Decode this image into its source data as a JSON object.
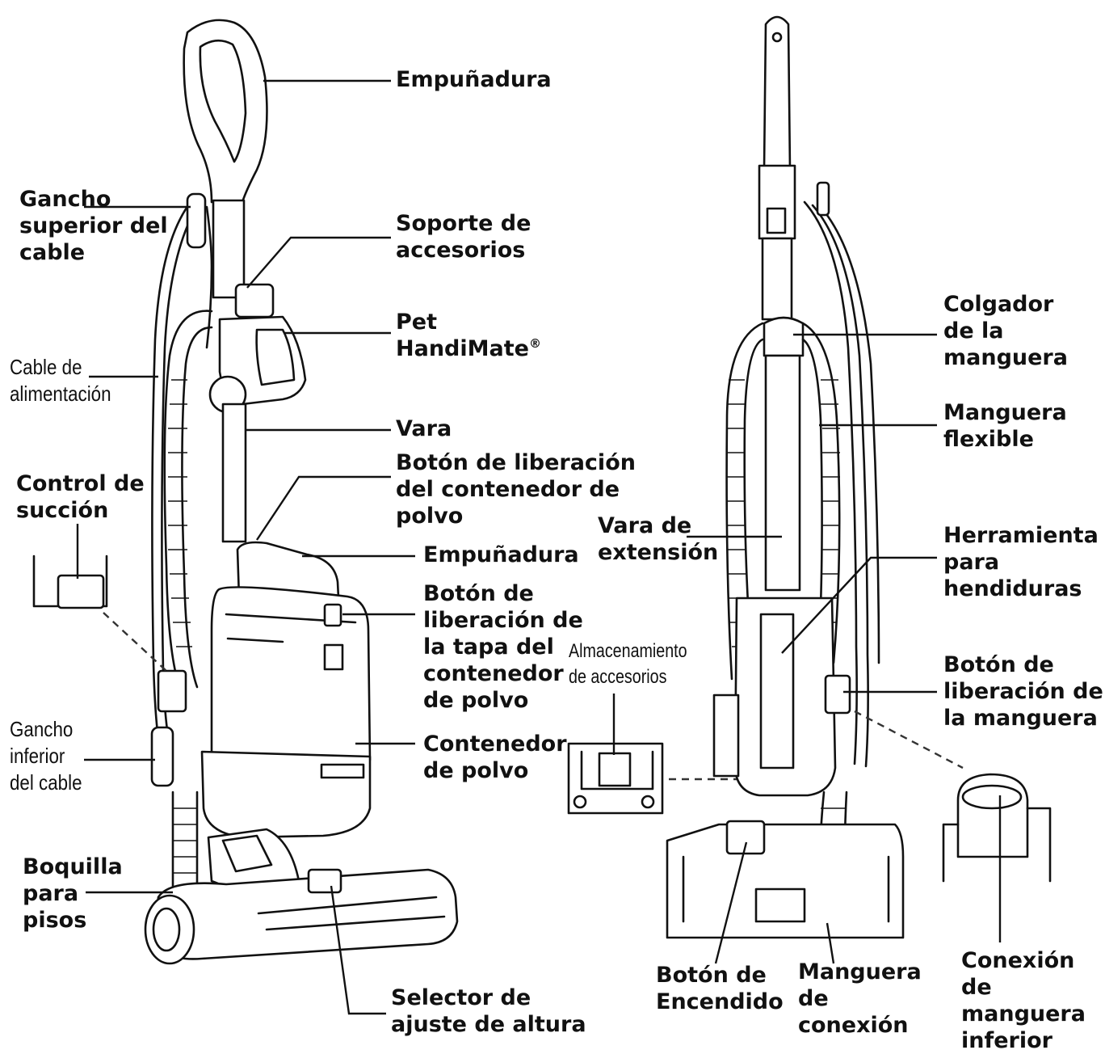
{
  "labels": {
    "handle_top": "Empuñadura",
    "upper_hook": [
      "Gancho",
      "superior del",
      "cable"
    ],
    "accessory_holder": [
      "Soporte de",
      "accesorios"
    ],
    "pet_handimate": [
      "Pet",
      "HandiMate"
    ],
    "registered": "®",
    "power_cord": [
      "Cable de",
      "alimentación"
    ],
    "wand": "Vara",
    "dust_release": [
      "Botón de liberación",
      "del contenedor de",
      "polvo"
    ],
    "suction_control": [
      "Control de",
      "succión"
    ],
    "handle_mid": "Empuñadura",
    "lid_release": [
      "Botón de",
      "liberación de",
      "la tapa del",
      "contenedor",
      "de polvo"
    ],
    "accessory_storage": [
      "Almacenamiento",
      "de accesorios"
    ],
    "lower_hook": [
      "Gancho",
      "inferior",
      "del cable"
    ],
    "dust_container": [
      "Contenedor",
      "de polvo"
    ],
    "floor_nozzle": [
      "Boquilla",
      "para",
      "pisos"
    ],
    "height_selector": [
      "Selector de",
      "ajuste de altura"
    ],
    "hose_hanger": [
      "Colgador",
      "de la",
      "manguera"
    ],
    "flex_hose": [
      "Manguera",
      "flexible"
    ],
    "extension_wand": [
      "Vara de",
      "extensión"
    ],
    "crevice_tool": [
      "Herramienta",
      "para",
      "hendiduras"
    ],
    "hose_release": [
      "Botón de",
      "liberación de",
      "la manguera"
    ],
    "power_button": [
      "Botón de",
      "Encendido"
    ],
    "connection_hose": [
      "Manguera",
      "de",
      "conexión"
    ],
    "lower_hose_connection": [
      "Conexión",
      "de",
      "manguera",
      "inferior"
    ]
  },
  "colors": {
    "ink": "#111111",
    "background": "#ffffff"
  }
}
